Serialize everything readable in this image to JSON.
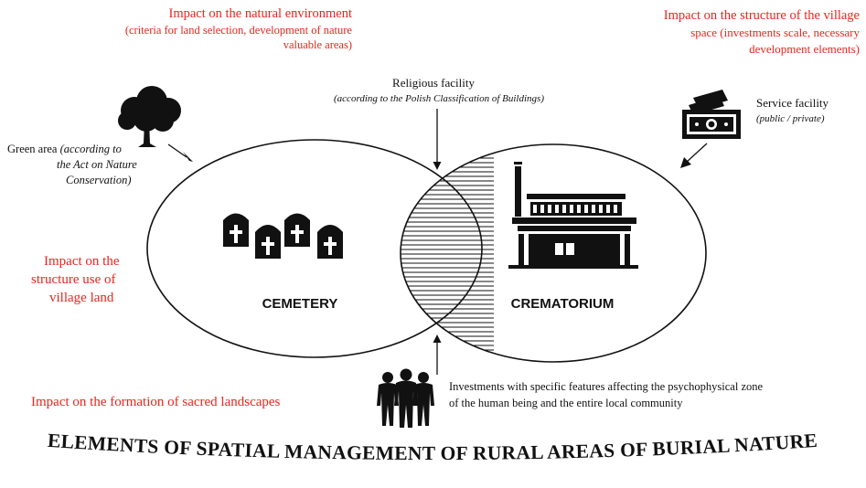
{
  "impacts": {
    "natural_environment": {
      "line1": "Impact on the natural environment",
      "line2": "(criteria for land selection, development of nature",
      "line3": "valuable areas)"
    },
    "village_space": {
      "line1": "Impact on the structure of the village",
      "line2": "space (investments scale, necessary",
      "line3": "development elements)"
    },
    "land_use": {
      "line1": "Impact on the",
      "line2": "structure use of",
      "line3": "village land"
    },
    "sacred_landscapes": "Impact on the formation of sacred landscapes"
  },
  "labels": {
    "religious": {
      "title": "Religious facility",
      "note": "(according to the Polish Classification of Buildings)"
    },
    "service": {
      "title": "Service facility",
      "note": "(public / private)"
    },
    "green": {
      "line1_normal": "Green area",
      "line1_italic": "(according to",
      "line2": "the Act on Nature",
      "line3": "Conservation)"
    },
    "investments": {
      "line1": "Investments with specific features affecting the psychophysical zone",
      "line2": "of the human being and the entire local community"
    }
  },
  "circles": {
    "left": "CEMETERY",
    "right": "CREMATORIUM"
  },
  "icons": [
    "tree-icon",
    "money-icon",
    "gravestones-icon",
    "crematorium-icon",
    "people-icon"
  ],
  "colors": {
    "impact_text": "#e8261f",
    "ink": "#111111"
  },
  "footer_title": "ELEMENTS OF SPATIAL MANAGEMENT OF RURAL AREAS OF BURIAL NATURE"
}
